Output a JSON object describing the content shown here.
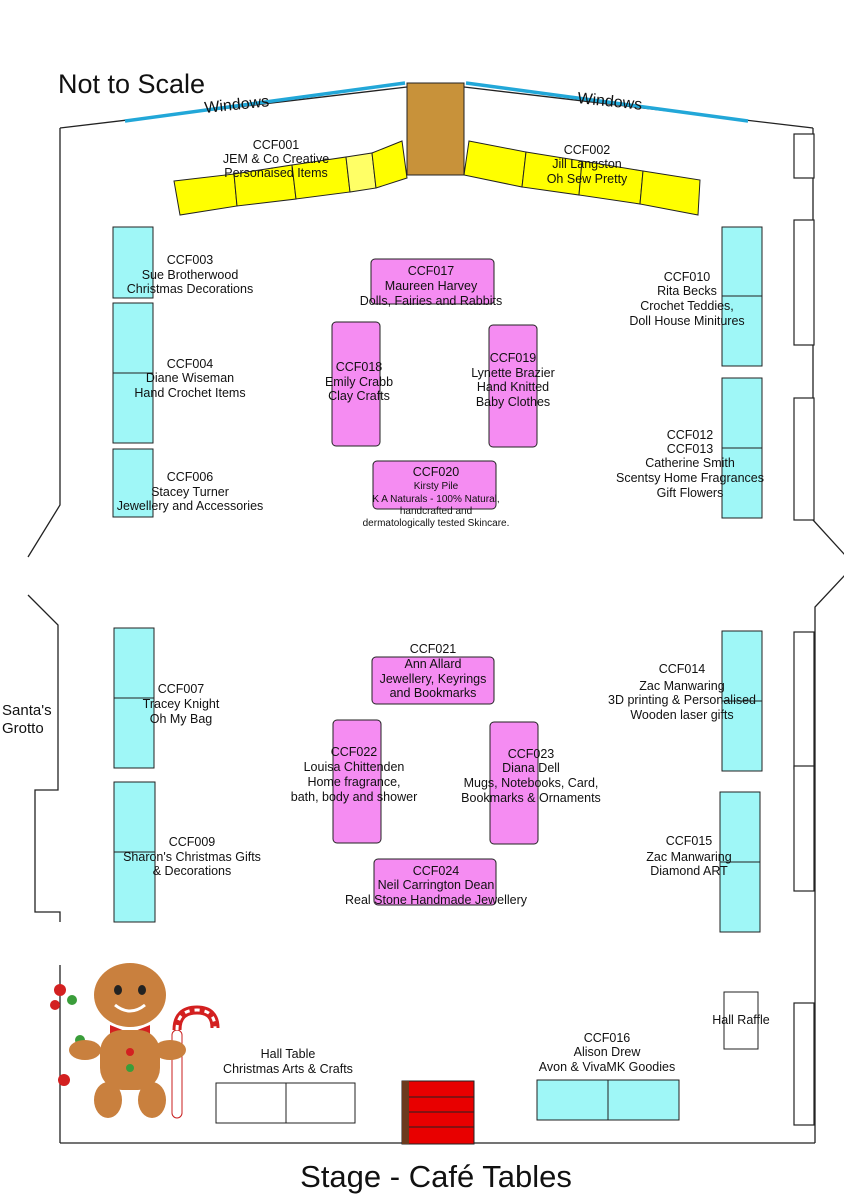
{
  "title": "Not to Scale",
  "windows_left": "Windows",
  "windows_right": "Windows",
  "santas_grotto": [
    "Santa's",
    "Grotto"
  ],
  "footer": "Stage - Café Tables",
  "hall_raffle": "Hall Raffle",
  "hall_table": [
    "Hall Table",
    "Christmas Arts & Crafts"
  ],
  "colors": {
    "window": "#22a7d8",
    "yellow_table": "#ffff00",
    "cyan_table": "#9ff7f7",
    "pink_table": "#f58cf2",
    "door": "#c8923a",
    "stage": "#e80000"
  },
  "stalls": {
    "ccf001": [
      "CCF001",
      "JEM & Co Creative",
      "Personaised Items"
    ],
    "ccf002": [
      "CCF002",
      "Jill Langston",
      "Oh Sew Pretty"
    ],
    "ccf003": [
      "CCF003",
      "Sue Brotherwood",
      "Christmas Decorations"
    ],
    "ccf004": [
      "CCF004",
      "Diane Wiseman",
      "Hand Crochet Items"
    ],
    "ccf006": [
      "CCF006",
      "Stacey Turner",
      "Jewellery and Accessories"
    ],
    "ccf007": [
      "CCF007",
      "Tracey Knight",
      "Oh My Bag"
    ],
    "ccf009": [
      "CCF009",
      "Sharon's Christmas Gifts",
      "& Decorations"
    ],
    "ccf010": [
      "CCF010",
      "Rita Becks",
      "Crochet Teddies,",
      "Doll House Minitures"
    ],
    "ccf012": [
      "CCF012",
      "CCF013",
      "Catherine Smith",
      "Scentsy Home Fragrances",
      "Gift Flowers"
    ],
    "ccf014": [
      "CCF014",
      "Zac Manwaring",
      "3D printing & Personalised",
      "Wooden laser gifts"
    ],
    "ccf015": [
      "CCF015",
      "Zac Manwaring",
      "Diamond ART"
    ],
    "ccf016": [
      "CCF016",
      "Alison Drew",
      "Avon & VivaMK Goodies"
    ],
    "ccf017": [
      "CCF017",
      "Maureen Harvey",
      "Dolls, Fairies and Rabbits"
    ],
    "ccf018": [
      "CCF018",
      "Emily Crabb",
      "Clay Crafts"
    ],
    "ccf019": [
      "CCF019",
      "Lynette Brazier",
      "Hand Knitted",
      "Baby Clothes"
    ],
    "ccf020": [
      "CCF020",
      "Kirsty Pile",
      "K A Naturals - 100% Natural,",
      "handcrafted and",
      "dermatologically tested Skincare."
    ],
    "ccf021": [
      "CCF021",
      "Ann Allard",
      "Jewellery, Keyrings",
      "and Bookmarks"
    ],
    "ccf022": [
      "CCF022",
      "Louisa Chittenden",
      "Home fragrance,",
      "bath, body and shower"
    ],
    "ccf023": [
      "CCF023",
      "Diana Dell",
      "Mugs, Notebooks, Card,",
      "Bookmarks & Ornaments"
    ],
    "ccf024": [
      "CCF024",
      "Neil Carrington Dean",
      "Real Stone Handmade Jewellery"
    ]
  }
}
